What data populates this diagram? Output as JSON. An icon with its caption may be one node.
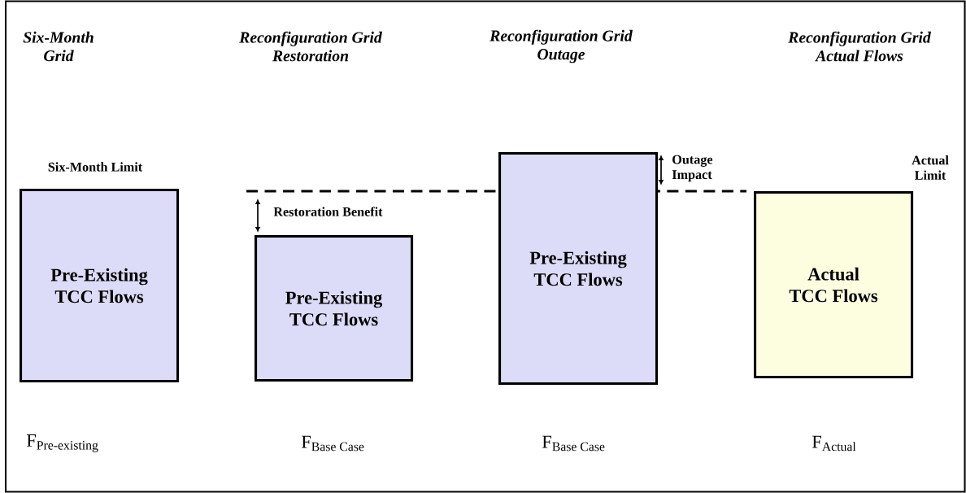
{
  "diagram": {
    "nodes": [
      {
        "text": [
          "Pre-Existing TCC Flows"
        ]
      },
      {
        "text": [
          "Pre-Existing TCC Flows"
        ]
      },
      {
        "text": [
          "Pre-Existing TCC Flows"
        ]
      },
      {
        "text": [
          "Actual TCC Flows"
        ]
      }
    ],
    "labels": [
      "Six-Month Grid",
      "Reconfiguration Grid Restoration",
      "Reconfiguration Grid Outage",
      "Reconfiguration Grid Actual Flows",
      "Six-Month Limit",
      "Outage Impact",
      "Actual Limit",
      "Restoration Benefit",
      "\\mathrm{F}_{\\text{Pre-existing}}",
      "\\mathrm{F}_{\\text{Base Case}}",
      "\\mathrm{F}_{\\text{Base Case}}",
      "\\mathrm{F}_{\\text{Actual}}"
    ]
  }
}
